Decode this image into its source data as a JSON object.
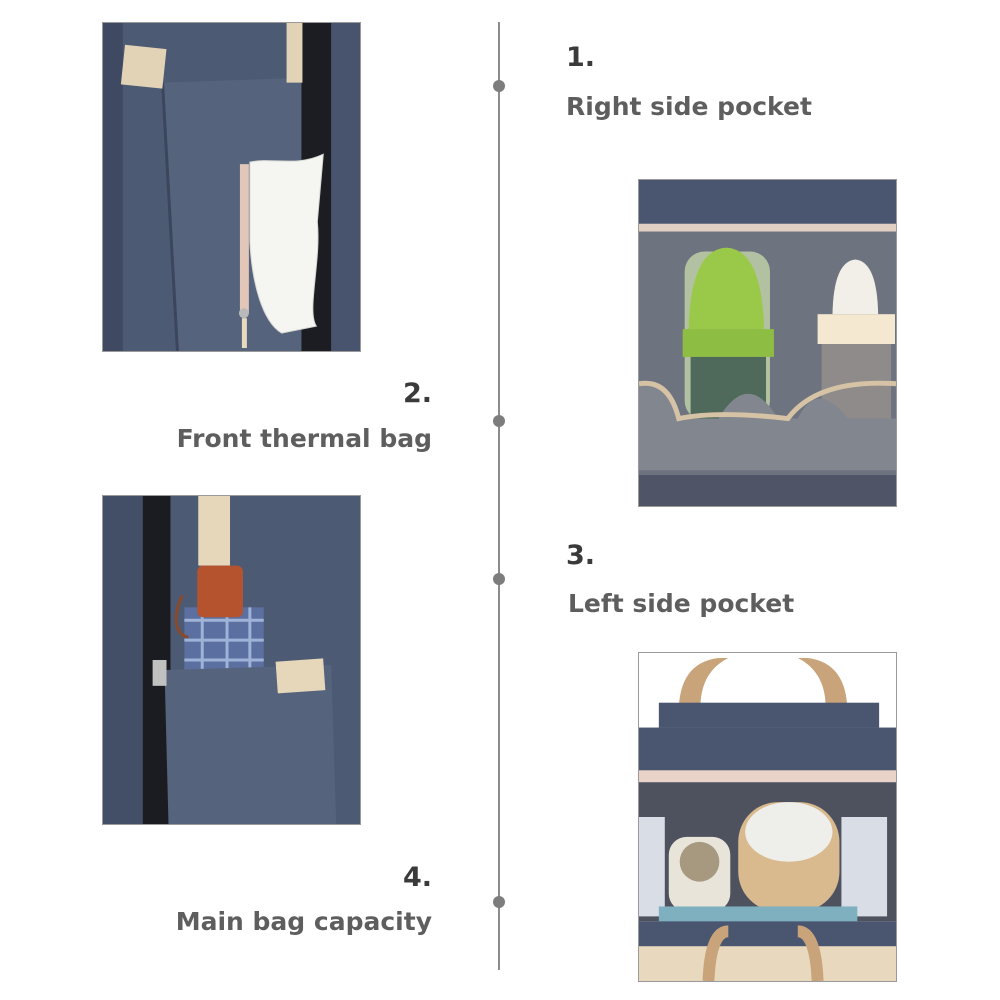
{
  "features": [
    {
      "number": "1.",
      "label": "Right side pocket"
    },
    {
      "number": "2.",
      "label": "Front thermal bag"
    },
    {
      "number": "3.",
      "label": "Left side pocket"
    },
    {
      "number": "4.",
      "label": "Main bag capacity"
    }
  ],
  "colors": {
    "bag_denim": "#4a5670",
    "strap_beige": "#e8d9be",
    "accent_green": "#9ac94a",
    "timeline": "#8c8c8c"
  },
  "images": [
    {
      "name": "side-pocket-tissue-photo"
    },
    {
      "name": "bottle-pocket-photo"
    },
    {
      "name": "umbrella-pocket-photo"
    },
    {
      "name": "main-compartment-photo"
    }
  ]
}
